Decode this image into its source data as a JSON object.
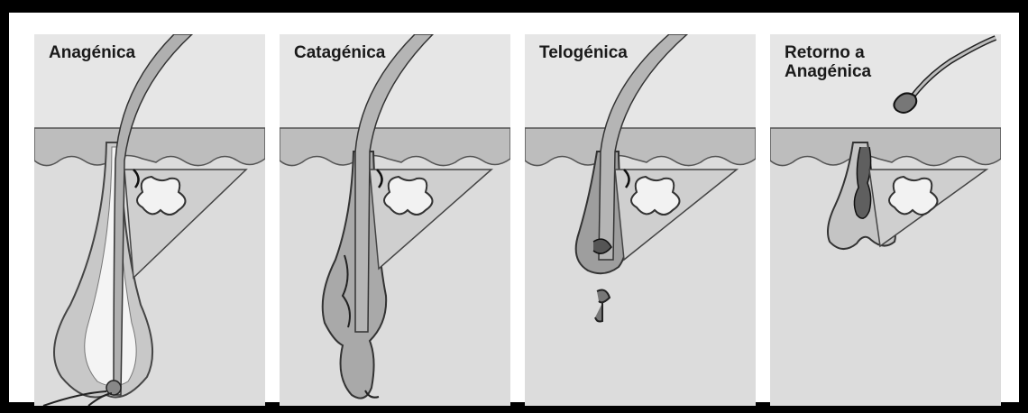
{
  "stages": [
    {
      "id": "anagen",
      "label": "Anagénica"
    },
    {
      "id": "catagen",
      "label": "Catagénica"
    },
    {
      "id": "telogen",
      "label": "Telogénica"
    },
    {
      "id": "return",
      "label": "Retorno a\nAnagénica"
    }
  ]
}
